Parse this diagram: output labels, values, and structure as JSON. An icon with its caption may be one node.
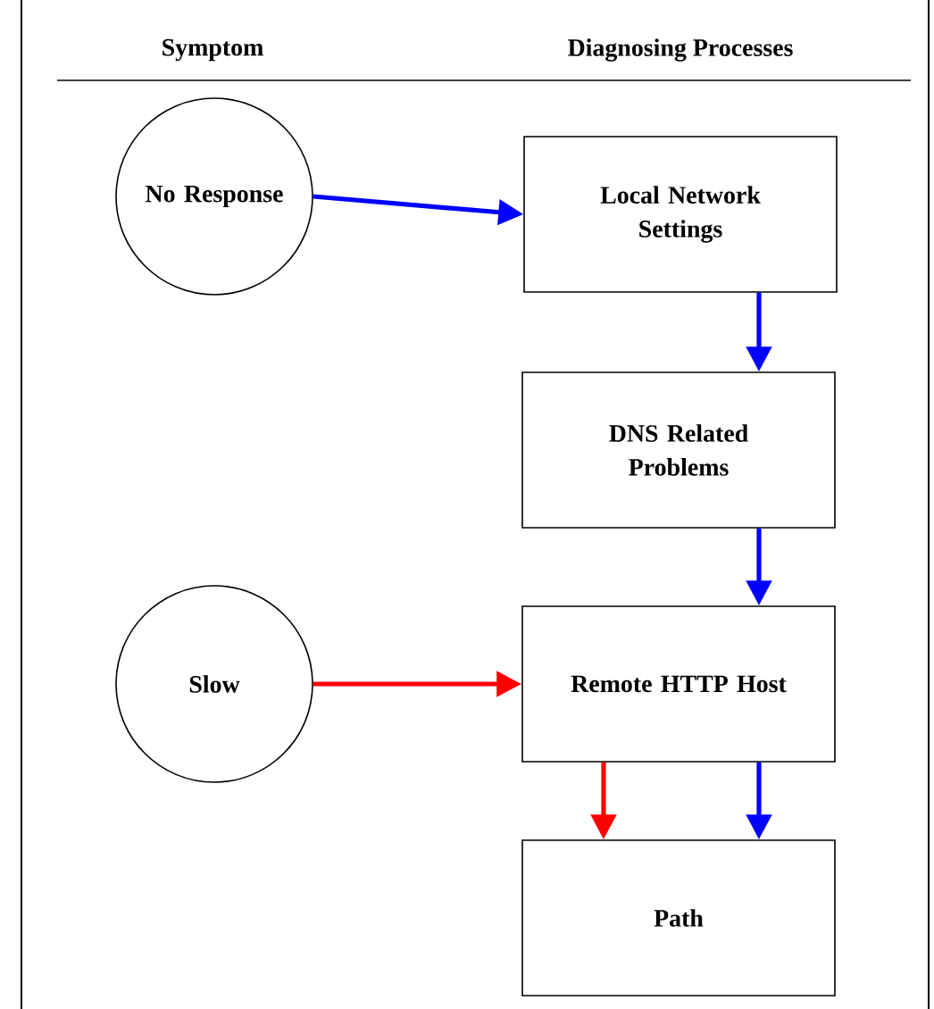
{
  "diagram": {
    "nodes": [
      {
        "text": [
          "No Response"
        ]
      },
      {
        "text": [
          "Local Network Settings"
        ]
      },
      {
        "text": [
          "DNS Related Problems"
        ]
      },
      {
        "text": [
          "Slow"
        ]
      },
      {
        "text": [
          "Remote HTTP Host"
        ]
      },
      {
        "text": [
          "Path"
        ]
      }
    ],
    "edges": [
      {
        "from": 0,
        "to": 1,
        "arrow": "to"
      },
      {
        "from": 1,
        "to": 2,
        "arrow": "to"
      },
      {
        "from": 2,
        "to": 4,
        "arrow": "to"
      },
      {
        "from": 3,
        "to": 4,
        "arrow": "to",
        "color": "#ff0000"
      },
      {
        "from": 4,
        "to": 5,
        "arrow": "to",
        "color": "#ff0000"
      },
      {
        "from": 4,
        "to": 5,
        "arrow": "to"
      }
    ],
    "labels": [
      "Symptom",
      "Diagnosing Processes"
    ]
  }
}
